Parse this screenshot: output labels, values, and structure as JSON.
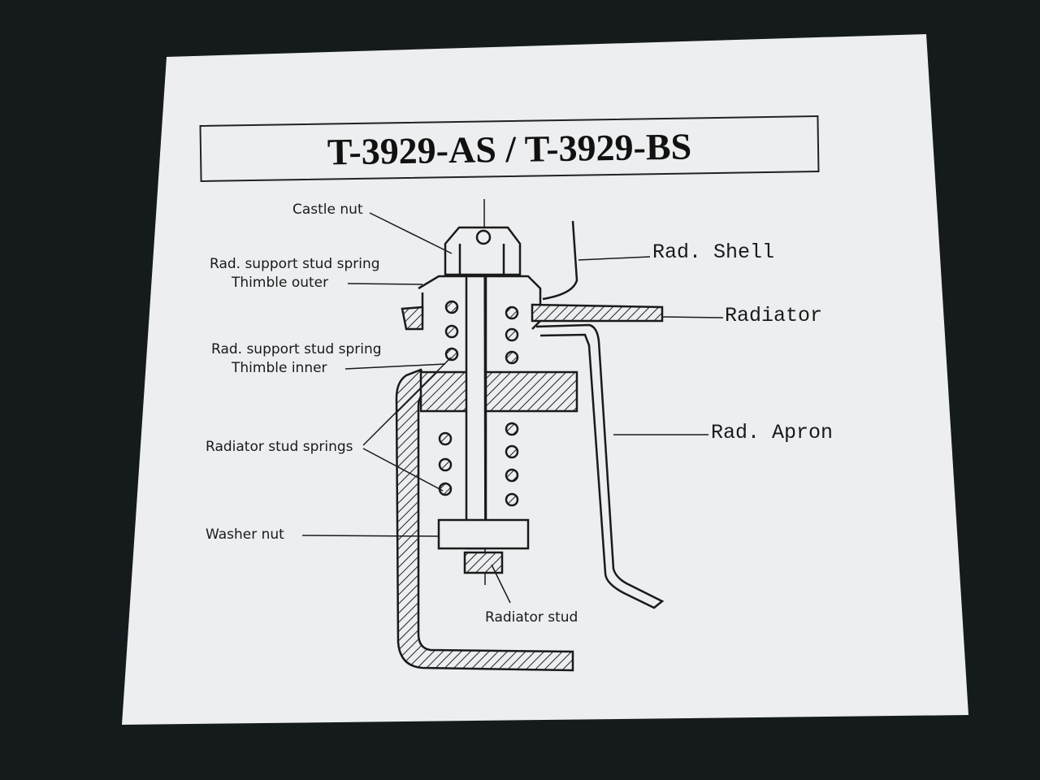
{
  "title": "T-3929-AS / T-3929-BS",
  "labels": {
    "castle_nut": "Castle nut",
    "thimble_outer_line1": "Rad. support stud spring",
    "thimble_outer_line2": "Thimble outer",
    "thimble_inner_line1": "Rad. support stud spring",
    "thimble_inner_line2": "Thimble inner",
    "stud_springs": "Radiator stud springs",
    "washer_nut": "Washer nut",
    "radiator_stud": "Radiator stud",
    "rad_shell": "Rad. Shell",
    "radiator": "Radiator",
    "rad_apron": "Rad. Apron"
  },
  "colors": {
    "background": "#151a1d",
    "paper": "#eceef0",
    "ink": "#1a1a1a"
  }
}
